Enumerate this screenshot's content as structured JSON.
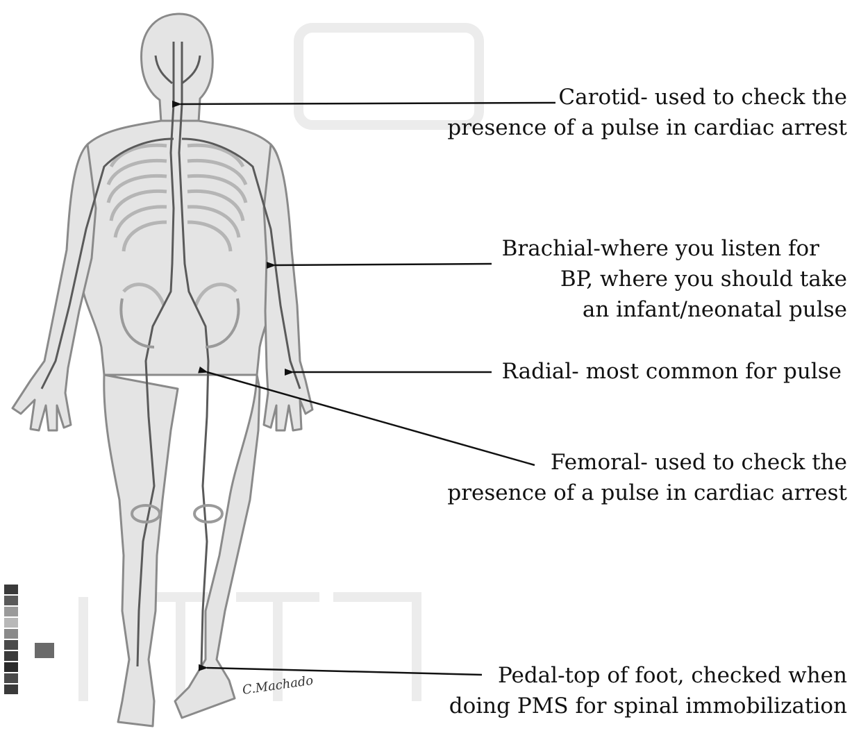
{
  "labels": {
    "carotid": [
      "Carotid- used to check the",
      "presence of a pulse in cardiac arrest"
    ],
    "brachial": [
      "Brachial-where you listen for",
      "BP, where you should take",
      "an infant/neonatal pulse"
    ],
    "radial": [
      "Radial- most common for pulse"
    ],
    "femoral": [
      "Femoral- used to check the",
      "presence of a pulse in cardiac arrest"
    ],
    "pedal": [
      "Pedal-top of foot, checked when",
      "doing PMS for spinal immobilization"
    ]
  },
  "signature": "C.Machado",
  "colors": {
    "text": "#111111",
    "arrow": "#111111",
    "body_outline": "#8a8a8a",
    "body_fill": "#e4e4e4",
    "bone": "#b5b5b5",
    "vessel": "#5a5a5a",
    "watermark": "#ececec"
  },
  "icons": {
    "anatomy": "human-circulatory-system-figure",
    "scale": "color-scale-bar-icon"
  }
}
